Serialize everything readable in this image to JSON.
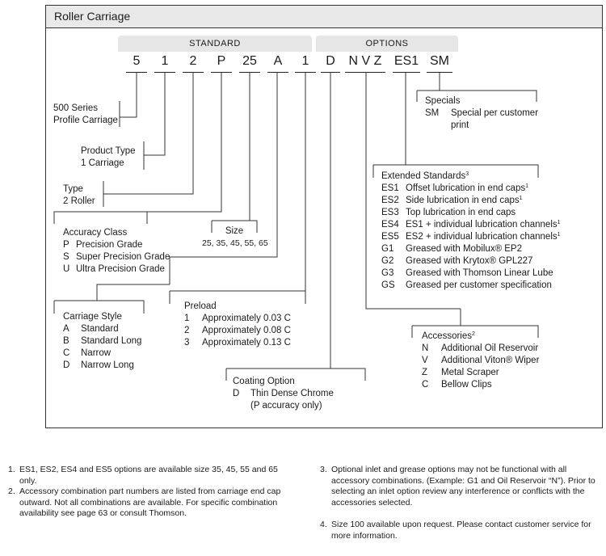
{
  "title": "Roller Carriage",
  "headers": {
    "standard": "STANDARD",
    "options": "OPTIONS"
  },
  "code_standard": [
    "5",
    "1",
    "2",
    "P",
    "25",
    "A",
    "1"
  ],
  "code_options": [
    "D",
    "N V Z",
    "ES1",
    "SM"
  ],
  "series": {
    "lines": [
      "500 Series",
      "Profile Carriage"
    ]
  },
  "product_type": {
    "lines": [
      "Product Type",
      "1  Carriage"
    ]
  },
  "type": {
    "lines": [
      "Type",
      "2  Roller"
    ]
  },
  "accuracy": {
    "title": "Accuracy Class",
    "items": [
      {
        "code": "P",
        "label": "Precision Grade"
      },
      {
        "code": "S",
        "label": "Super Precision Grade"
      },
      {
        "code": "U",
        "label": "Ultra Precision Grade"
      }
    ]
  },
  "size": {
    "title": "Size",
    "values": "25, 35, 45, 55, 65"
  },
  "carriage_style": {
    "title": "Carriage Style",
    "items": [
      {
        "code": "A",
        "label": "Standard"
      },
      {
        "code": "B",
        "label": "Standard Long"
      },
      {
        "code": "C",
        "label": "Narrow"
      },
      {
        "code": "D",
        "label": "Narrow Long"
      }
    ]
  },
  "preload": {
    "title": "Preload",
    "items": [
      {
        "code": "1",
        "label": "Approximately 0.03 C"
      },
      {
        "code": "2",
        "label": "Approximately 0.08 C"
      },
      {
        "code": "3",
        "label": "Approximately 0.13 C"
      }
    ]
  },
  "coating": {
    "title": "Coating Option",
    "items": [
      {
        "code": "D",
        "label": "Thin Dense Chrome"
      }
    ],
    "note": "(P accuracy only)"
  },
  "specials": {
    "title": "Specials",
    "items": [
      {
        "code": "SM",
        "label": "Special per customer",
        "label2": "print"
      }
    ]
  },
  "extended": {
    "title": "Extended Standards",
    "title_sup": "3",
    "items": [
      {
        "code": "ES1",
        "label": "Offset lubrication in end caps",
        "sup": "1"
      },
      {
        "code": "ES2",
        "label": "Side lubrication in end caps",
        "sup": "1"
      },
      {
        "code": "ES3",
        "label": "Top lubrication in end caps",
        "sup": ""
      },
      {
        "code": "ES4",
        "label": "ES1 + individual lubrication channels",
        "sup": "1"
      },
      {
        "code": "ES5",
        "label": "ES2 + individual lubrication channels",
        "sup": "1"
      },
      {
        "code": "G1",
        "label": "Greased with Mobilux® EP2",
        "sup": ""
      },
      {
        "code": "G2",
        "label": "Greased with Krytox® GPL227",
        "sup": ""
      },
      {
        "code": "G3",
        "label": "Greased with Thomson Linear Lube",
        "sup": ""
      },
      {
        "code": "GS",
        "label": "Greased per customer specification",
        "sup": ""
      }
    ]
  },
  "accessories": {
    "title": "Accessories",
    "title_sup": "2",
    "items": [
      {
        "code": "N",
        "label": "Additional Oil Reservoir"
      },
      {
        "code": "V",
        "label": "Additional Viton® Wiper"
      },
      {
        "code": "Z",
        "label": "Metal Scraper"
      },
      {
        "code": "C",
        "label": "Bellow Clips"
      }
    ]
  },
  "footnotes_left": [
    {
      "n": "1.",
      "text": "ES1, ES2, ES4 and ES5 options are available size 35, 45, 55 and 65 only."
    },
    {
      "n": "2.",
      "text": "Accessory combination part numbers are listed from carriage end cap outward. Not all combinations are available. For specific combination availability see page 63 or consult Thomson."
    }
  ],
  "footnotes_right": [
    {
      "n": "3.",
      "text": "Optional inlet and grease options may not be functional with all accessory combinations. (Example: G1 and Oil Reservoir “N”). Prior to selecting an inlet option review any interference or conflicts with the accessories selected."
    },
    {
      "n": "4.",
      "text": "Size 100 available upon request. Please contact customer service for more information."
    }
  ]
}
